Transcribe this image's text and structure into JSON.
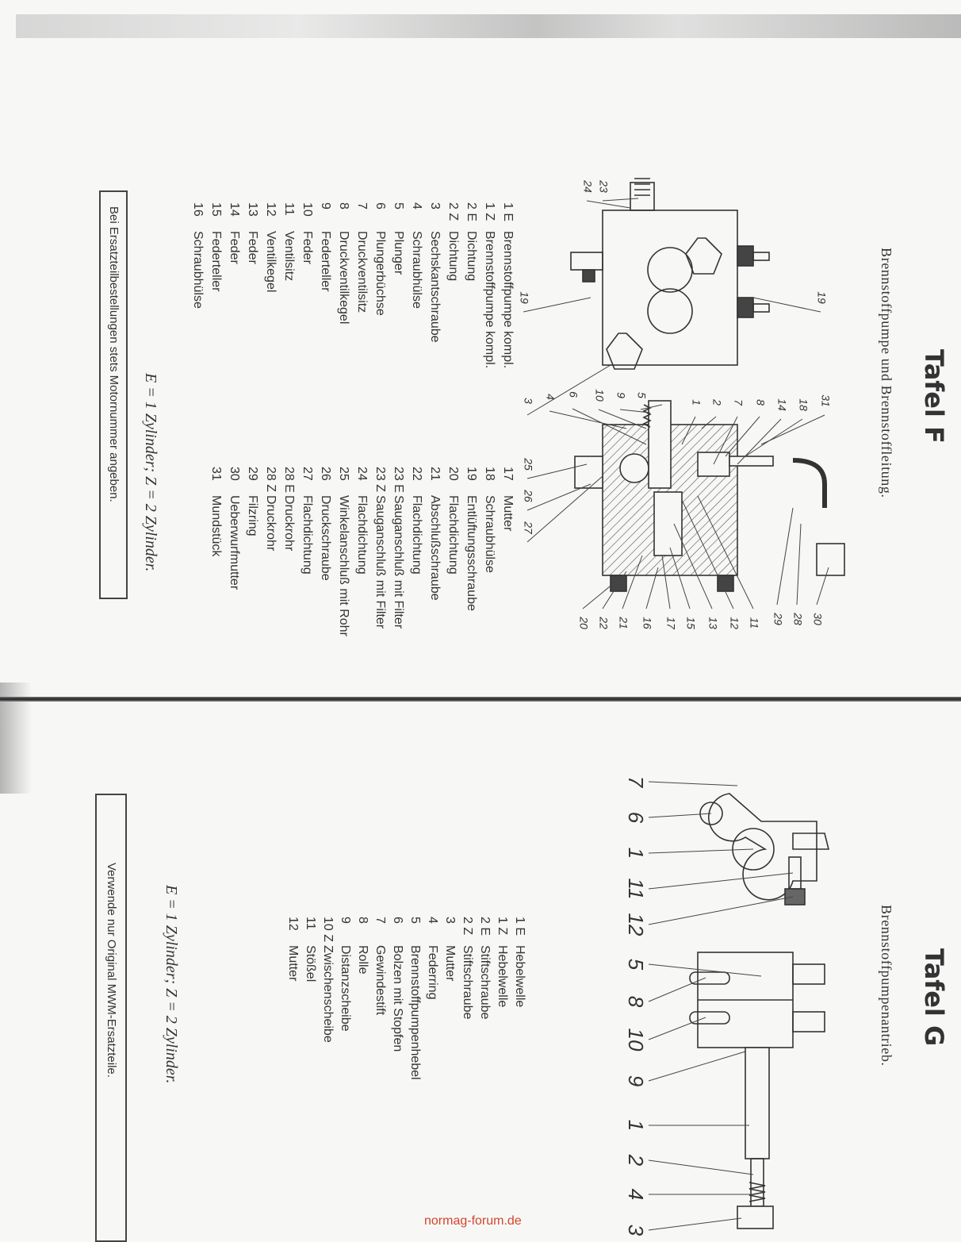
{
  "tafel_f": {
    "title": "Tafel F",
    "subtitle": "Brennstoffpumpe und Brennstoffleitung.",
    "parts_col1": [
      {
        "n": "1 E",
        "name": "Brennstoffpumpe kompl."
      },
      {
        "n": "1 Z",
        "name": "Brennstoffpumpe kompl."
      },
      {
        "n": "2 E",
        "name": "Dichtung"
      },
      {
        "n": "2 Z",
        "name": "Dichtung"
      },
      {
        "n": "3",
        "name": "Sechskantschraube"
      },
      {
        "n": "4",
        "name": "Schraubhülse"
      },
      {
        "n": "5",
        "name": "Plunger"
      },
      {
        "n": "6",
        "name": "Plungerbüchse"
      },
      {
        "n": "7",
        "name": "Druckventilsitz"
      },
      {
        "n": "8",
        "name": "Druckventilkegel"
      },
      {
        "n": "9",
        "name": "Federteller"
      },
      {
        "n": "10",
        "name": "Feder"
      },
      {
        "n": "11",
        "name": "Ventilsitz"
      },
      {
        "n": "12",
        "name": "Ventilkegel"
      },
      {
        "n": "13",
        "name": "Feder"
      },
      {
        "n": "14",
        "name": "Feder"
      },
      {
        "n": "15",
        "name": "Federteller"
      },
      {
        "n": "16",
        "name": "Schraubhülse"
      }
    ],
    "parts_col2": [
      {
        "n": "17",
        "name": "Mutter"
      },
      {
        "n": "18",
        "name": "Schraubhülse"
      },
      {
        "n": "19",
        "name": "Entlüftungsschraube"
      },
      {
        "n": "20",
        "name": "Flachdichtung"
      },
      {
        "n": "21",
        "name": "Abschlußschraube"
      },
      {
        "n": "22",
        "name": "Flachdichtung"
      },
      {
        "n": "23 E",
        "name": "Sauganschluß mit Filter"
      },
      {
        "n": "23 Z",
        "name": "Sauganschluß mit Filter"
      },
      {
        "n": "24",
        "name": "Flachdichtung"
      },
      {
        "n": "25",
        "name": "Winkelanschluß mit Rohr"
      },
      {
        "n": "26",
        "name": "Druckschraube"
      },
      {
        "n": "27",
        "name": "Flachdichtung"
      },
      {
        "n": "28 E",
        "name": "Druckrohr"
      },
      {
        "n": "28 Z",
        "name": "Druckrohr"
      },
      {
        "n": "29",
        "name": "Filzring"
      },
      {
        "n": "30",
        "name": "Ueberwurfmutter"
      },
      {
        "n": "31",
        "name": "Mundstück"
      }
    ],
    "legend": "E = 1 Zylinder; Z = 2 Zylinder.",
    "notice": "Bei Ersatzteilbestellungen stets Motornummer angeben.",
    "callouts": [
      "31",
      "18",
      "14",
      "8",
      "7",
      "2",
      "1",
      "5",
      "9",
      "10",
      "6",
      "4",
      "3",
      "25",
      "26",
      "27",
      "19",
      "19",
      "23",
      "24",
      "30",
      "28",
      "29",
      "11",
      "12",
      "13",
      "15",
      "17",
      "16",
      "21",
      "22",
      "20"
    ]
  },
  "tafel_g": {
    "title": "Tafel G",
    "subtitle": "Brennstoffpumpenantrieb.",
    "parts": [
      {
        "n": "1 E",
        "name": "Hebelwelle"
      },
      {
        "n": "1 Z",
        "name": "Hebelwelle"
      },
      {
        "n": "2 E",
        "name": "Stiftschraube"
      },
      {
        "n": "2 Z",
        "name": "Stiftschraube"
      },
      {
        "n": "3",
        "name": "Mutter"
      },
      {
        "n": "4",
        "name": "Federring"
      },
      {
        "n": "5",
        "name": "Brennstoffpumpenhebel"
      },
      {
        "n": "6",
        "name": "Bolzen mit Stopfen"
      },
      {
        "n": "7",
        "name": "Gewindestift"
      },
      {
        "n": "8",
        "name": "Rolle"
      },
      {
        "n": "9",
        "name": "Distanzscheibe"
      },
      {
        "n": "10 Z",
        "name": "Zwischenscheibe"
      },
      {
        "n": "11",
        "name": "Stößel"
      },
      {
        "n": "12",
        "name": "Mutter"
      }
    ],
    "legend": "E = 1 Zylinder; Z = 2 Zylinder.",
    "notice": "Verwende nur Original MWM-Ersatzteile.",
    "callouts": [
      "7",
      "6",
      "1",
      "11",
      "12",
      "5",
      "8",
      "10",
      "9",
      "1",
      "2",
      "4",
      "3"
    ]
  },
  "watermark": "normag-forum.de",
  "colors": {
    "ink": "#2a2a2a",
    "paper": "#f7f8f6",
    "watermark": "#d4452b"
  }
}
